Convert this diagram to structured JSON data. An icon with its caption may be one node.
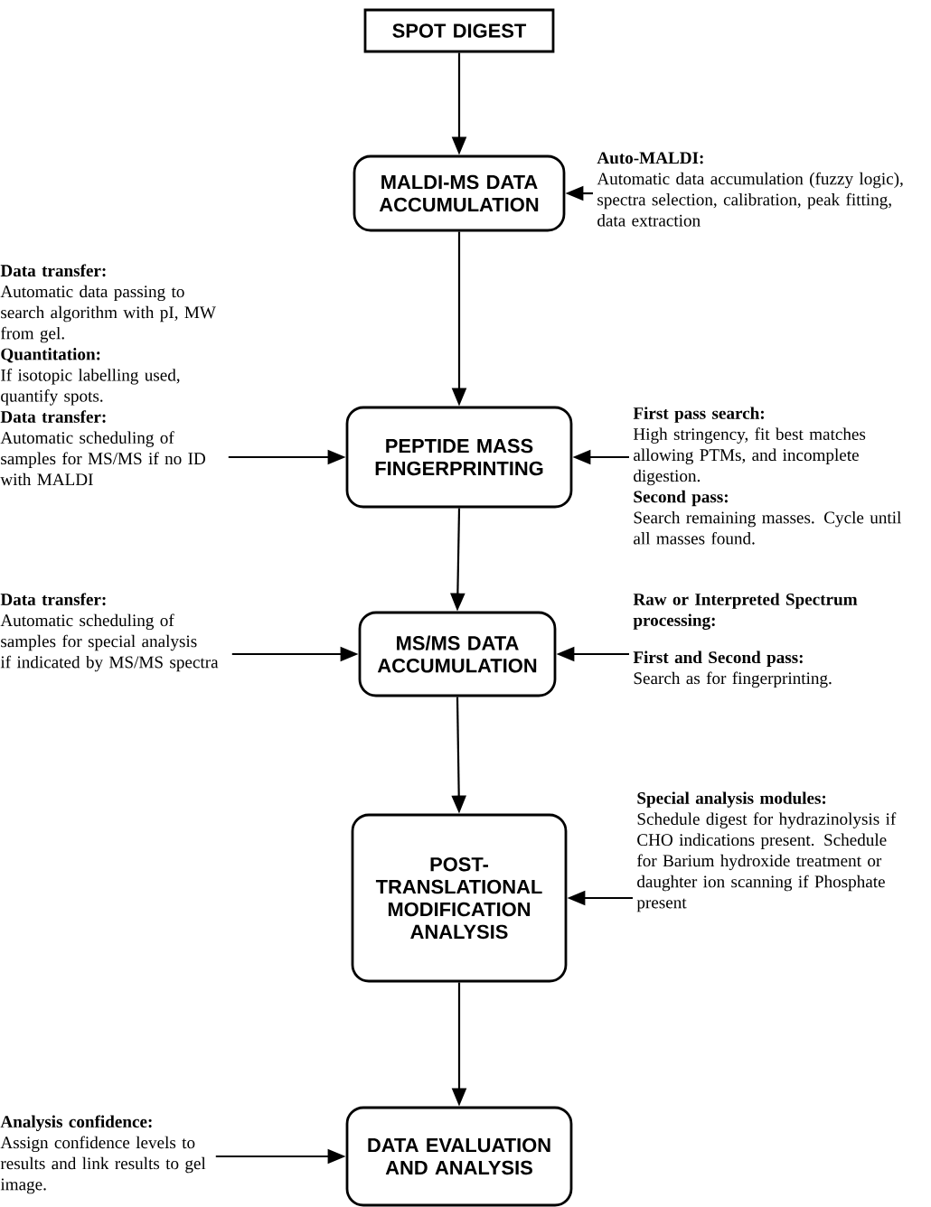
{
  "diagram": {
    "nodes": [
      {
        "text": [
          "SPOT DIGEST"
        ]
      },
      {
        "text": [
          "MALDI-MS DATA ACCUMULATION"
        ]
      },
      {
        "text": [
          "PEPTIDE MASS FINGERPRINTING"
        ]
      },
      {
        "text": [
          "MS/MS DATA ACCUMULATION"
        ]
      },
      {
        "text": [
          "POST-TRANSLATIONAL MODIFICATION ANALYSIS"
        ]
      },
      {
        "text": [
          "DATA EVALUATION AND ANALYSIS"
        ]
      },
      {
        "text": [
          "Auto-MALDI:",
          "Automatic data accumulation (fuzzy logic), spectra selection, calibration, peak fitting, data extraction"
        ]
      },
      {
        "text": [
          "Data transfer:",
          "Automatic data passing to search algorithm with pI, MW from gel.",
          "Quantitation:",
          "If isotopic labelling used, quantify spots.",
          "Data transfer:",
          "Automatic scheduling of samples for MS/MS if no ID with MALDI"
        ]
      },
      {
        "text": [
          "First pass search:",
          "High stringency, fit best matches allowing PTMs, and incomplete digestion.",
          "Second pass:",
          "Search remaining masses. Cycle until all masses found."
        ]
      },
      {
        "text": [
          "Data transfer:",
          "Automatic scheduling of samples for special analysis if indicated by MS/MS spectra"
        ]
      },
      {
        "text": [
          "Raw or Interpreted Spectrum processing:",
          "First and Second pass:",
          "Search as for fingerprinting."
        ]
      },
      {
        "text": [
          "Special analysis modules:",
          "Schedule digest for hydrazinolysis if CHO indications present. Schedule for Barium hydroxide treatment or daughter ion scanning if Phosphate present"
        ]
      },
      {
        "text": [
          "Analysis confidence:",
          "Assign confidence levels to results and link results to gel image."
        ]
      }
    ],
    "edges": [
      {
        "from": 0,
        "to": 1,
        "arrow": "to"
      },
      {
        "from": 1,
        "to": 2,
        "arrow": "to"
      },
      {
        "from": 2,
        "to": 3,
        "arrow": "to"
      },
      {
        "from": 3,
        "to": 4,
        "arrow": "to"
      },
      {
        "from": 4,
        "to": 5,
        "arrow": "to"
      },
      {
        "from": 6,
        "to": 1,
        "arrow": "to"
      },
      {
        "from": 7,
        "to": 2,
        "arrow": "to"
      },
      {
        "from": 8,
        "to": 2,
        "arrow": "to"
      },
      {
        "from": 9,
        "to": 3,
        "arrow": "to"
      },
      {
        "from": 10,
        "to": 3,
        "arrow": "to"
      },
      {
        "from": 11,
        "to": 4,
        "arrow": "to"
      },
      {
        "from": 12,
        "to": 5,
        "arrow": "to"
      }
    ]
  }
}
